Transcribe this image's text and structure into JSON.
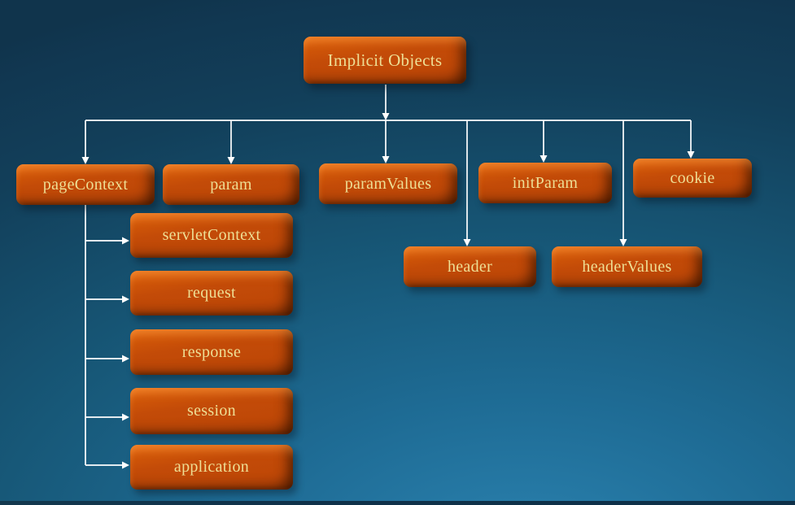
{
  "title": "Implicit Objects diagram",
  "background": {
    "gradient_top": "#11384f",
    "gradient_bottom": "#2178a5",
    "bottom_strip": "#0e3048"
  },
  "colors": {
    "box_face": "#c34b08",
    "box_bevel_light": "#e2660f",
    "box_bevel_dark": "#7e3304",
    "label_text": "#eedf95",
    "connector": "#ffffff"
  },
  "nodes": {
    "root": {
      "label": "Implicit Objects"
    },
    "children": [
      {
        "label": "pageContext"
      },
      {
        "label": "param"
      },
      {
        "label": "paramValues"
      },
      {
        "label": "initParam"
      },
      {
        "label": "cookie"
      },
      {
        "label": "header"
      },
      {
        "label": "headerValues"
      }
    ],
    "pagecontext_children": [
      {
        "label": "servletContext"
      },
      {
        "label": "request"
      },
      {
        "label": "response"
      },
      {
        "label": "session"
      },
      {
        "label": "application"
      }
    ]
  }
}
